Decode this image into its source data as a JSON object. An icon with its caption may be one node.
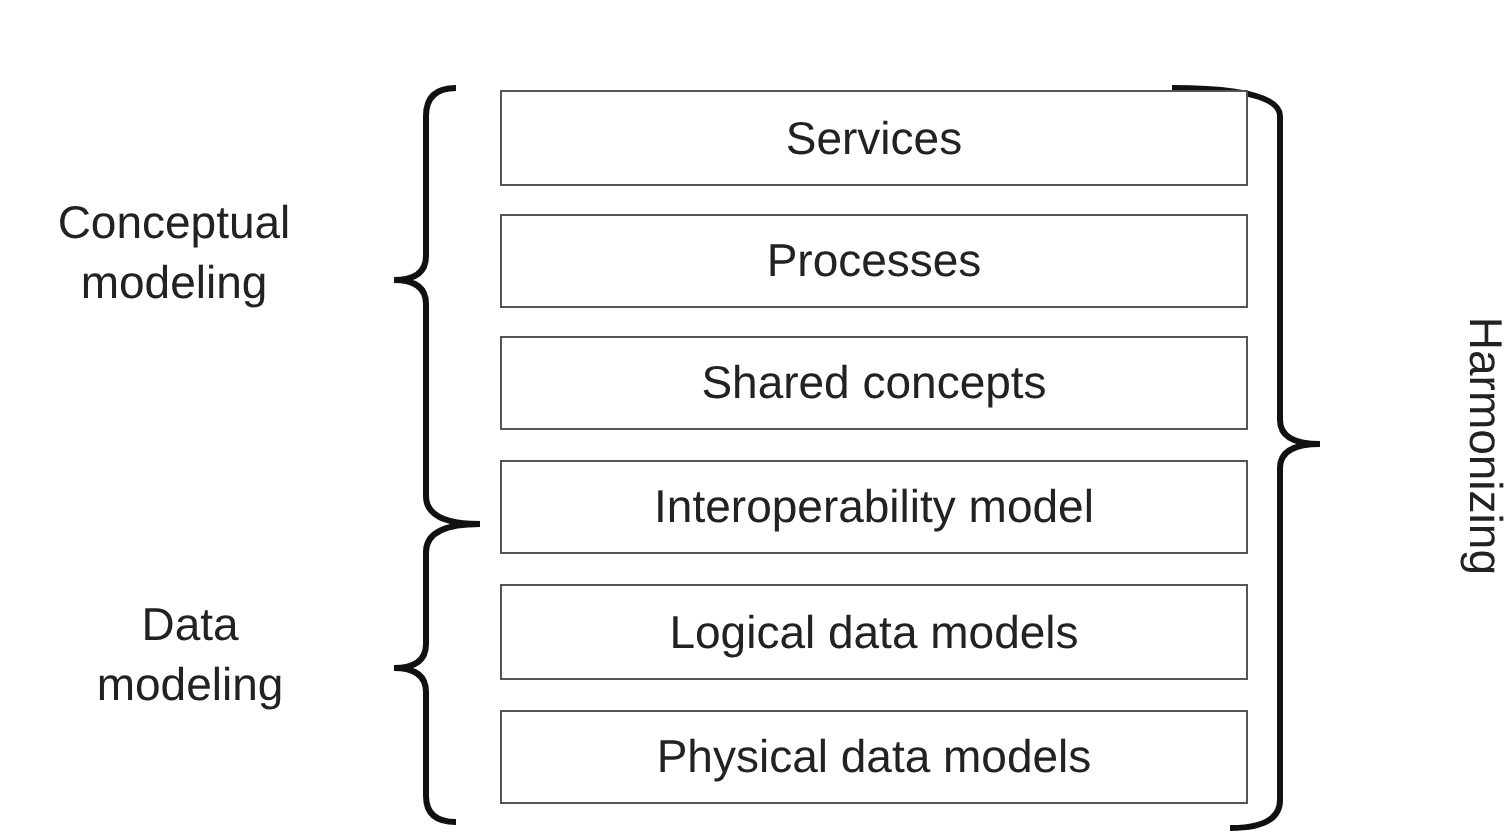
{
  "diagram": {
    "nodes": [
      {
        "text": [
          "Services"
        ]
      },
      {
        "text": [
          "Processes"
        ]
      },
      {
        "text": [
          "Shared concepts"
        ]
      },
      {
        "text": [
          "Interoperability model"
        ]
      },
      {
        "text": [
          "Logical data models"
        ]
      },
      {
        "text": [
          "Physical data models"
        ]
      }
    ],
    "labels": [
      "Conceptual modeling",
      "Data modeling",
      "Harmonizing"
    ]
  }
}
